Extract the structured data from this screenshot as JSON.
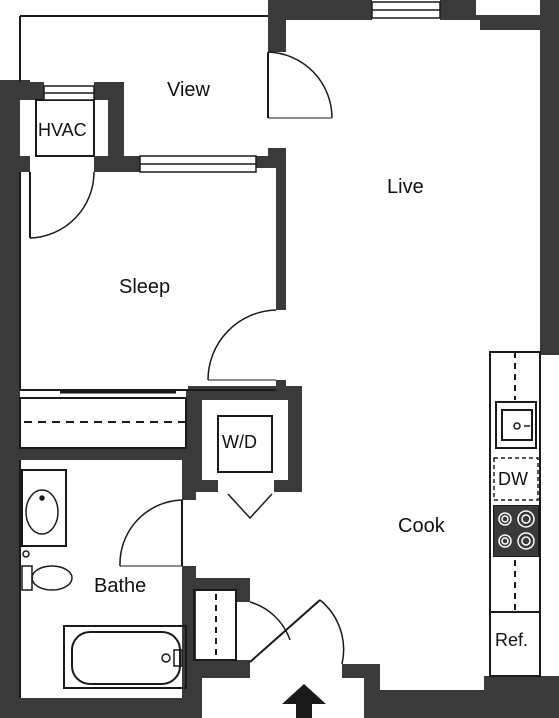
{
  "rooms": {
    "view": "View",
    "hvac": "HVAC",
    "live": "Live",
    "sleep": "Sleep",
    "wd": "W/D",
    "cook": "Cook",
    "dw": "DW",
    "bathe": "Bathe",
    "ref": "Ref."
  },
  "colors": {
    "wall": "#3a3a3b",
    "line": "#1a1a1a",
    "background": "#ffffff"
  },
  "icons": {
    "entry": "entry-arrow-icon",
    "sink": "sink-icon",
    "cooktop": "cooktop-icon",
    "toilet": "toilet-icon",
    "tub": "bathtub-icon",
    "lavatory": "lavatory-icon"
  }
}
